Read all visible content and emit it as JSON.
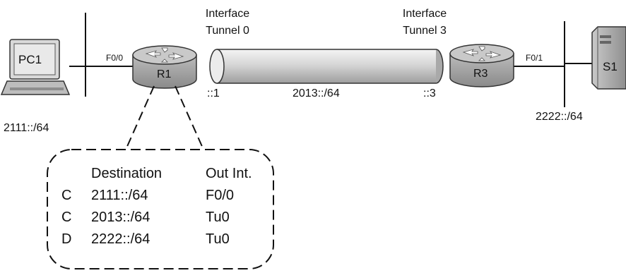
{
  "devices": {
    "pc1": "PC1",
    "r1": "R1",
    "r3": "R3",
    "s1": "S1"
  },
  "interfaces": {
    "r1_lan": "F0/0",
    "r3_lan": "F0/1",
    "tunnel_left": [
      "Interface",
      "Tunnel 0"
    ],
    "tunnel_right": [
      "Interface",
      "Tunnel 3"
    ],
    "tunnel_left_addr": "::1",
    "tunnel_right_addr": "::3",
    "tunnel_prefix": "2013::/64"
  },
  "subnets": {
    "left_lan": "2111::/64",
    "right_lan": "2222::/64"
  },
  "route_table": {
    "headers": [
      "Destination",
      "Out Int."
    ],
    "rows": [
      {
        "code": "C",
        "destination": "2111::/64",
        "out_int": "F0/0"
      },
      {
        "code": "C",
        "destination": "2013::/64",
        "out_int": "Tu0"
      },
      {
        "code": "D",
        "destination": "2222::/64",
        "out_int": "Tu0"
      }
    ]
  },
  "colors": {
    "line": "#111111",
    "router_body": "#9a9a9a",
    "router_top": "#bdbdbd",
    "tunnel": "#c8c8c8",
    "pc_screen": "#cfcfcf",
    "server": "#a9a9a9"
  }
}
